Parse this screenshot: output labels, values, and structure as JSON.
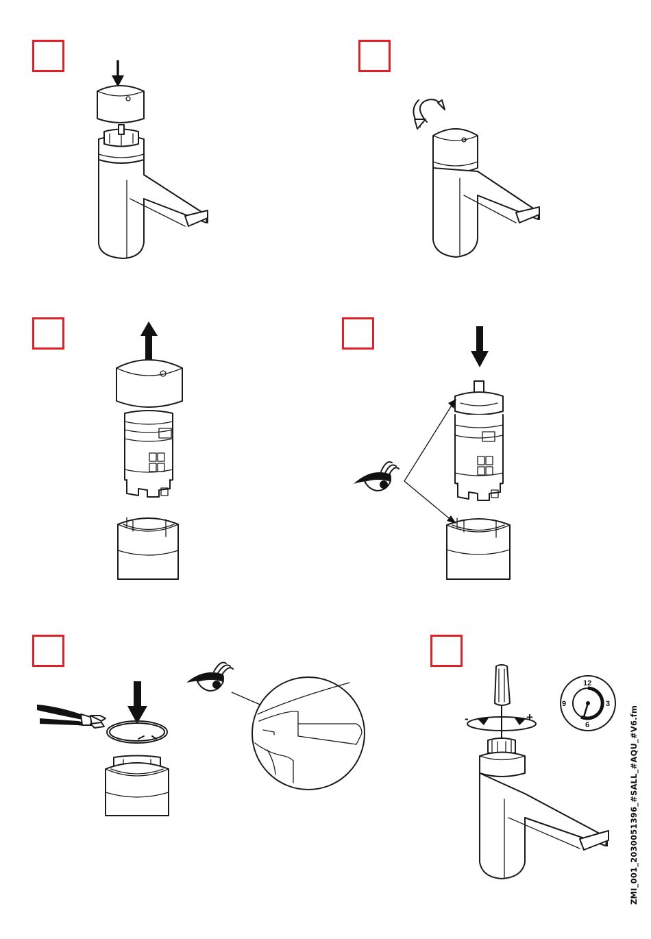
{
  "colors": {
    "step_box_border": "#e31e24",
    "line": "#1a1a1a",
    "background": "#ffffff"
  },
  "steps": [
    {
      "id": 1,
      "illustration": "press-handle-onto-faucet",
      "icons": [
        "arrow-down-icon"
      ]
    },
    {
      "id": 2,
      "illustration": "rotate-handle-on-faucet",
      "icons": [
        "rotate-arrow-icon"
      ]
    },
    {
      "id": 3,
      "illustration": "lift-cartridge-out",
      "icons": [
        "arrow-up-icon"
      ]
    },
    {
      "id": 4,
      "illustration": "insert-cartridge-check-alignment",
      "icons": [
        "arrow-down-icon",
        "eye-icon"
      ]
    },
    {
      "id": 5,
      "illustration": "fit-circlip-with-pliers",
      "icons": [
        "pliers-icon",
        "arrow-down-icon",
        "eye-icon",
        "magnifier-detail-icon"
      ]
    },
    {
      "id": 6,
      "illustration": "adjust-with-screwdriver",
      "icons": [
        "screwdriver-icon",
        "rotate-arrow-icon",
        "dial-icon"
      ]
    }
  ],
  "adjust_dial": {
    "label_12": "12",
    "label_3": "3",
    "label_6": "6",
    "label_9": "9"
  },
  "adjust_signs": {
    "minus": "-",
    "plus": "+"
  },
  "footer_code": "ZMI_001_2030051396_#SALL_#AQU_#V6.fm"
}
